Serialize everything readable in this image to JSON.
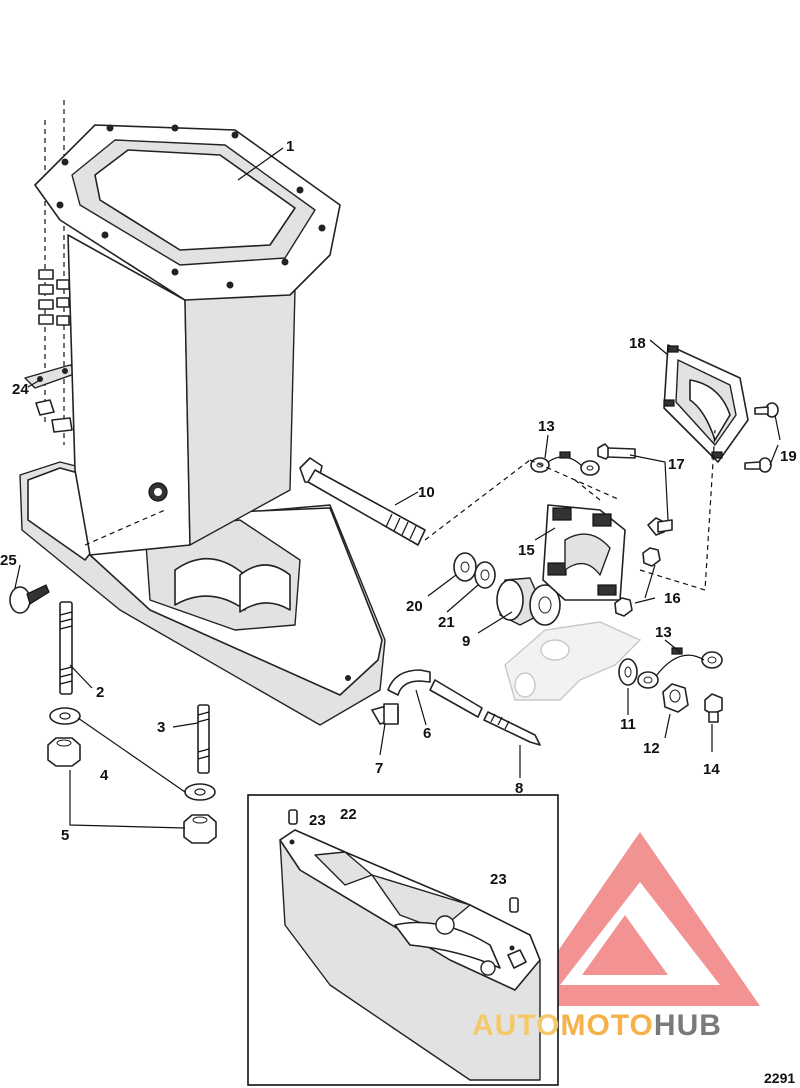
{
  "figure_number": "2291",
  "watermark": {
    "brand_part1": "AUTO",
    "brand_part2": "MOTO",
    "brand_part3": "HUB",
    "colors": {
      "logo": "#f08080",
      "auto": "#f5c96a",
      "moto": "#f5b24a",
      "hub": "#7a7a7a"
    }
  },
  "callouts": [
    {
      "id": "1",
      "label": "1"
    },
    {
      "id": "2",
      "label": "2"
    },
    {
      "id": "3",
      "label": "3"
    },
    {
      "id": "4",
      "label": "4"
    },
    {
      "id": "5",
      "label": "5"
    },
    {
      "id": "6",
      "label": "6"
    },
    {
      "id": "7",
      "label": "7"
    },
    {
      "id": "8",
      "label": "8"
    },
    {
      "id": "9",
      "label": "9"
    },
    {
      "id": "10",
      "label": "10"
    },
    {
      "id": "11",
      "label": "11"
    },
    {
      "id": "12",
      "label": "12"
    },
    {
      "id": "13a",
      "label": "13"
    },
    {
      "id": "13b",
      "label": "13"
    },
    {
      "id": "14",
      "label": "14"
    },
    {
      "id": "15",
      "label": "15"
    },
    {
      "id": "16",
      "label": "16"
    },
    {
      "id": "17",
      "label": "17"
    },
    {
      "id": "18",
      "label": "18"
    },
    {
      "id": "19",
      "label": "19"
    },
    {
      "id": "20",
      "label": "20"
    },
    {
      "id": "21",
      "label": "21"
    },
    {
      "id": "22",
      "label": "22"
    },
    {
      "id": "23a",
      "label": "23"
    },
    {
      "id": "23b",
      "label": "23"
    },
    {
      "id": "24",
      "label": "24"
    },
    {
      "id": "25",
      "label": "25"
    }
  ]
}
